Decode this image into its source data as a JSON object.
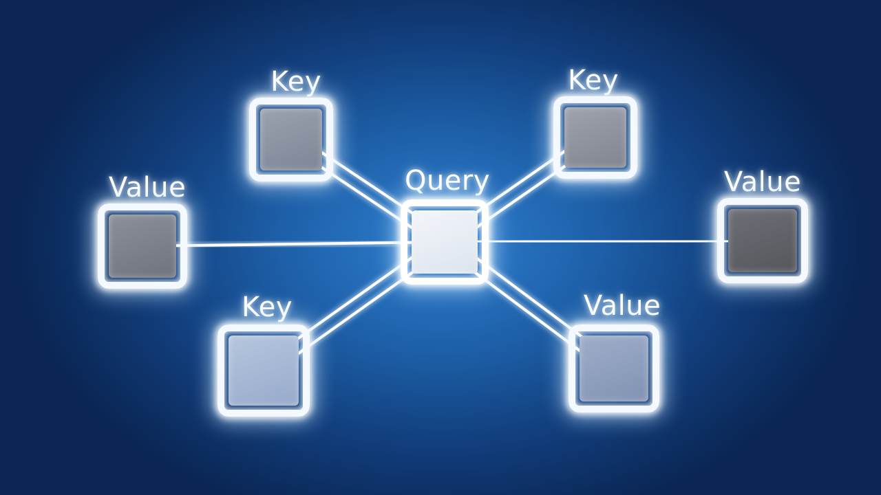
{
  "center": {
    "id": "query",
    "label": "Query"
  },
  "nodes": [
    {
      "id": "key-top-left",
      "label": "Key"
    },
    {
      "id": "key-top-right",
      "label": "Key"
    },
    {
      "id": "value-left",
      "label": "Value"
    },
    {
      "id": "value-right",
      "label": "Value"
    },
    {
      "id": "key-bottom-left",
      "label": "Key"
    },
    {
      "id": "value-bottom-right",
      "label": "Value"
    }
  ],
  "edges": [
    [
      "query",
      "key-top-left"
    ],
    [
      "query",
      "key-top-right"
    ],
    [
      "query",
      "value-left"
    ],
    [
      "query",
      "value-right"
    ],
    [
      "query",
      "key-bottom-left"
    ],
    [
      "query",
      "value-bottom-right"
    ]
  ],
  "colors": {
    "background": "#1d5fa8",
    "glow": "#f4f8ff",
    "query_face": "#e9eef5",
    "key_face": "#8a93a3",
    "value_face": "#6f7480",
    "lower_face": "#a9bcd9",
    "link": "#ffffff"
  }
}
